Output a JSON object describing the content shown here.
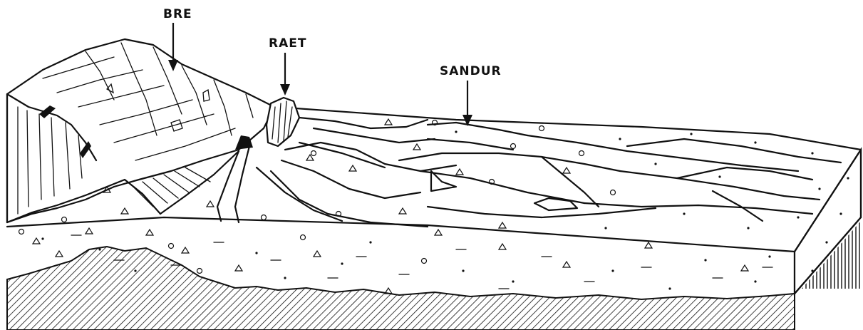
{
  "labels": {
    "glacier": "BRE",
    "moraine": "RAET",
    "outwash_plain": "SANDUR"
  },
  "colors": {
    "ink": "#111111",
    "background": "#ffffff"
  }
}
